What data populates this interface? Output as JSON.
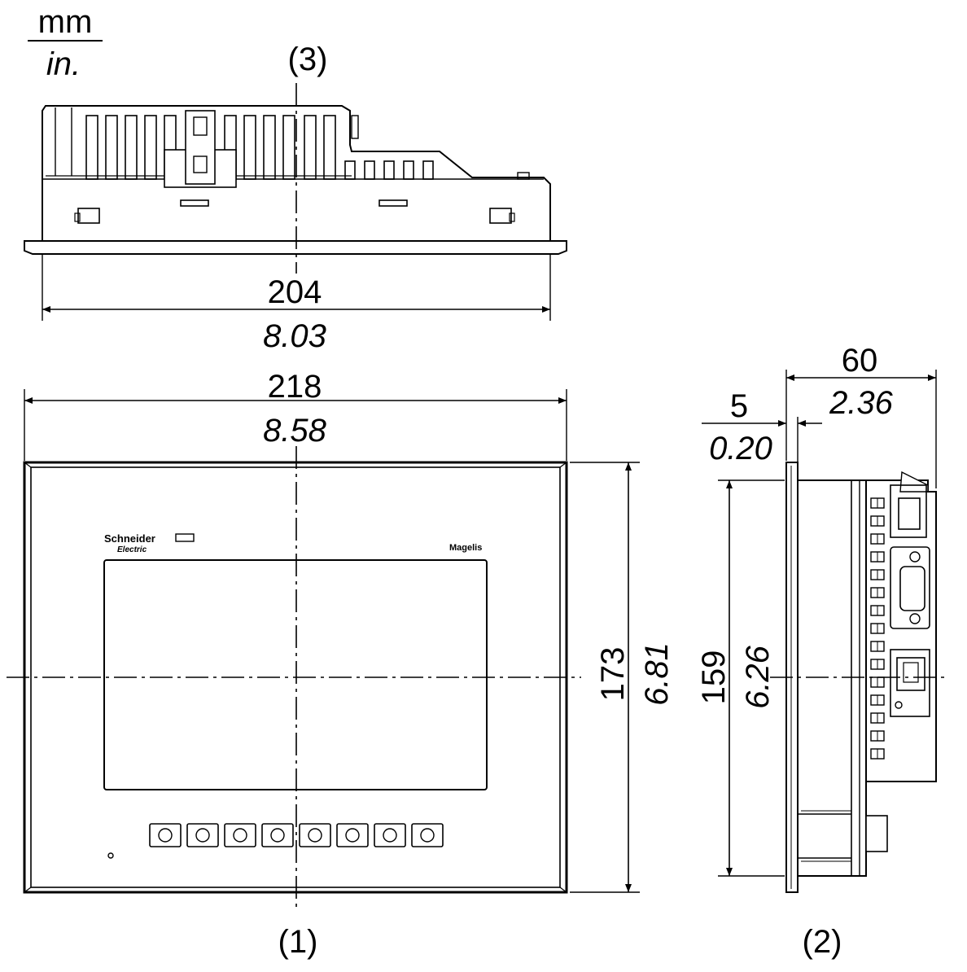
{
  "units": {
    "top": "mm",
    "bottom": "in."
  },
  "views": {
    "front": {
      "label": "(1)"
    },
    "side": {
      "label": "(2)"
    },
    "top": {
      "label": "(3)"
    }
  },
  "dimensions": {
    "top_width": {
      "mm": "204",
      "in": "8.03"
    },
    "front_width": {
      "mm": "218",
      "in": "8.58"
    },
    "front_height": {
      "mm": "173",
      "in": "6.81"
    },
    "side_depth": {
      "mm": "60",
      "in": "2.36"
    },
    "side_bezel": {
      "mm": "5",
      "in": "0.20"
    },
    "side_height": {
      "mm": "159",
      "in": "6.26"
    }
  },
  "branding": {
    "maker_line1": "Schneider",
    "maker_line2": "Electric",
    "product": "Magelis"
  },
  "function_keys": 8
}
